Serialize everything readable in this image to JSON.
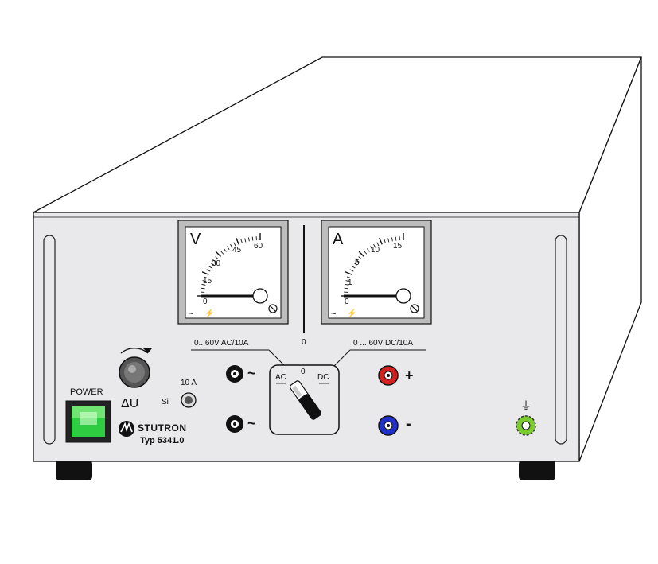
{
  "device": {
    "power_label": "POWER",
    "delta_u_label": "ΔU",
    "fuse_rating": "10 A",
    "fuse_label": "Si",
    "brand": "STUTRON",
    "model": "Typ 5341.0"
  },
  "voltmeter": {
    "unit": "V",
    "scale_labels": [
      "0",
      "15",
      "30",
      "45",
      "60"
    ],
    "ac_symbol": "~",
    "needle_value": 0
  },
  "ammeter": {
    "unit": "A",
    "scale_labels": [
      "0",
      "1",
      "5",
      "10",
      "15"
    ],
    "ac_symbol": "~",
    "needle_value": 0
  },
  "outputs": {
    "ac_range_label": "0...60V AC/10A",
    "dc_range_label": "0 ... 60V DC/10A",
    "ac_symbol_top": "~",
    "ac_symbol_bottom": "~",
    "plus_label": "+",
    "minus_label": "-",
    "ground_symbol": "⏚"
  },
  "selector": {
    "top_label": "0",
    "inner_label": "0",
    "ac_label": "AC",
    "dc_label": "DC"
  },
  "colors": {
    "power_switch": "#2ecc40",
    "plus_terminal": "#d42020",
    "minus_terminal": "#2030c8",
    "ground_terminal": "#7ccc30"
  }
}
